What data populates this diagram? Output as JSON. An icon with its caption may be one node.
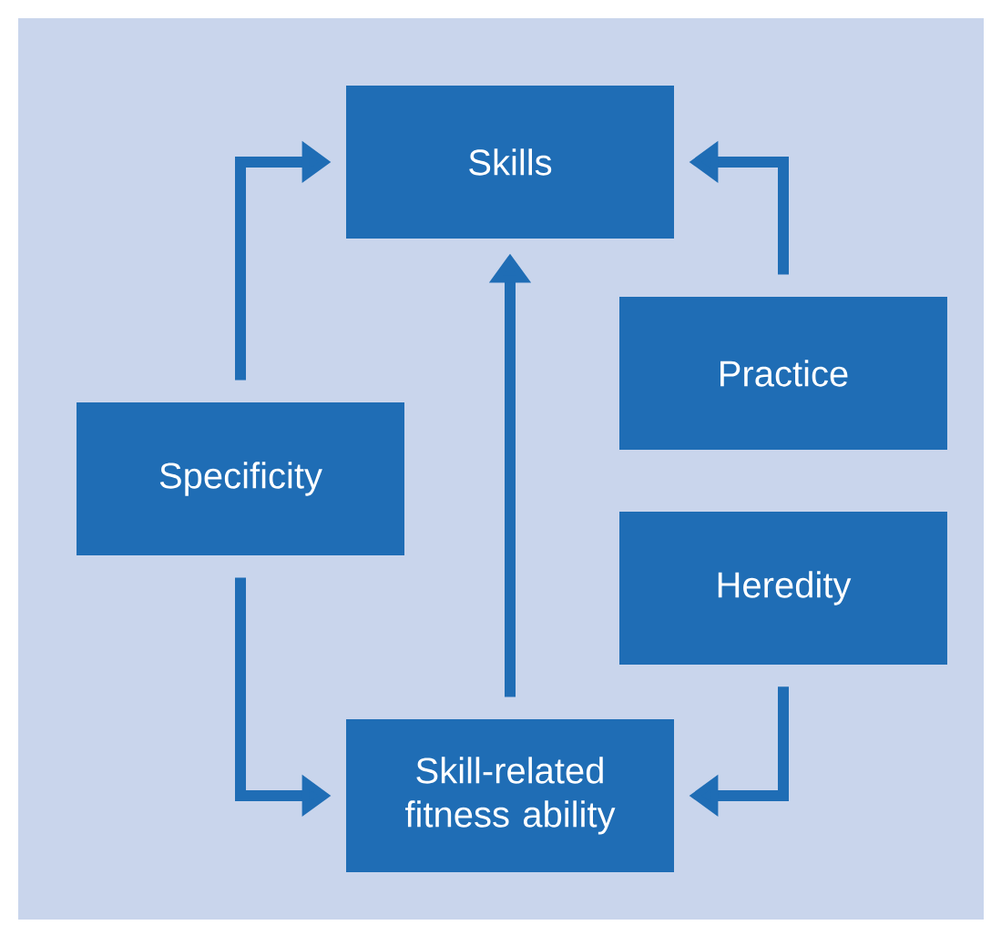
{
  "diagram": {
    "nodes": [
      {
        "text": [
          "Skills"
        ]
      },
      {
        "text": [
          "Practice"
        ]
      },
      {
        "text": [
          "Heredity"
        ]
      },
      {
        "text": [
          "Specificity"
        ]
      },
      {
        "text": [
          "Skill-related fitness ability"
        ]
      }
    ],
    "edges": [
      {
        "from": 3,
        "to": 0,
        "arrow": "to"
      },
      {
        "from": 1,
        "to": 0,
        "arrow": "to"
      },
      {
        "from": 4,
        "to": 0,
        "arrow": "to"
      },
      {
        "from": 3,
        "to": 4,
        "arrow": "to"
      },
      {
        "from": 2,
        "to": 4,
        "arrow": "to"
      }
    ]
  }
}
